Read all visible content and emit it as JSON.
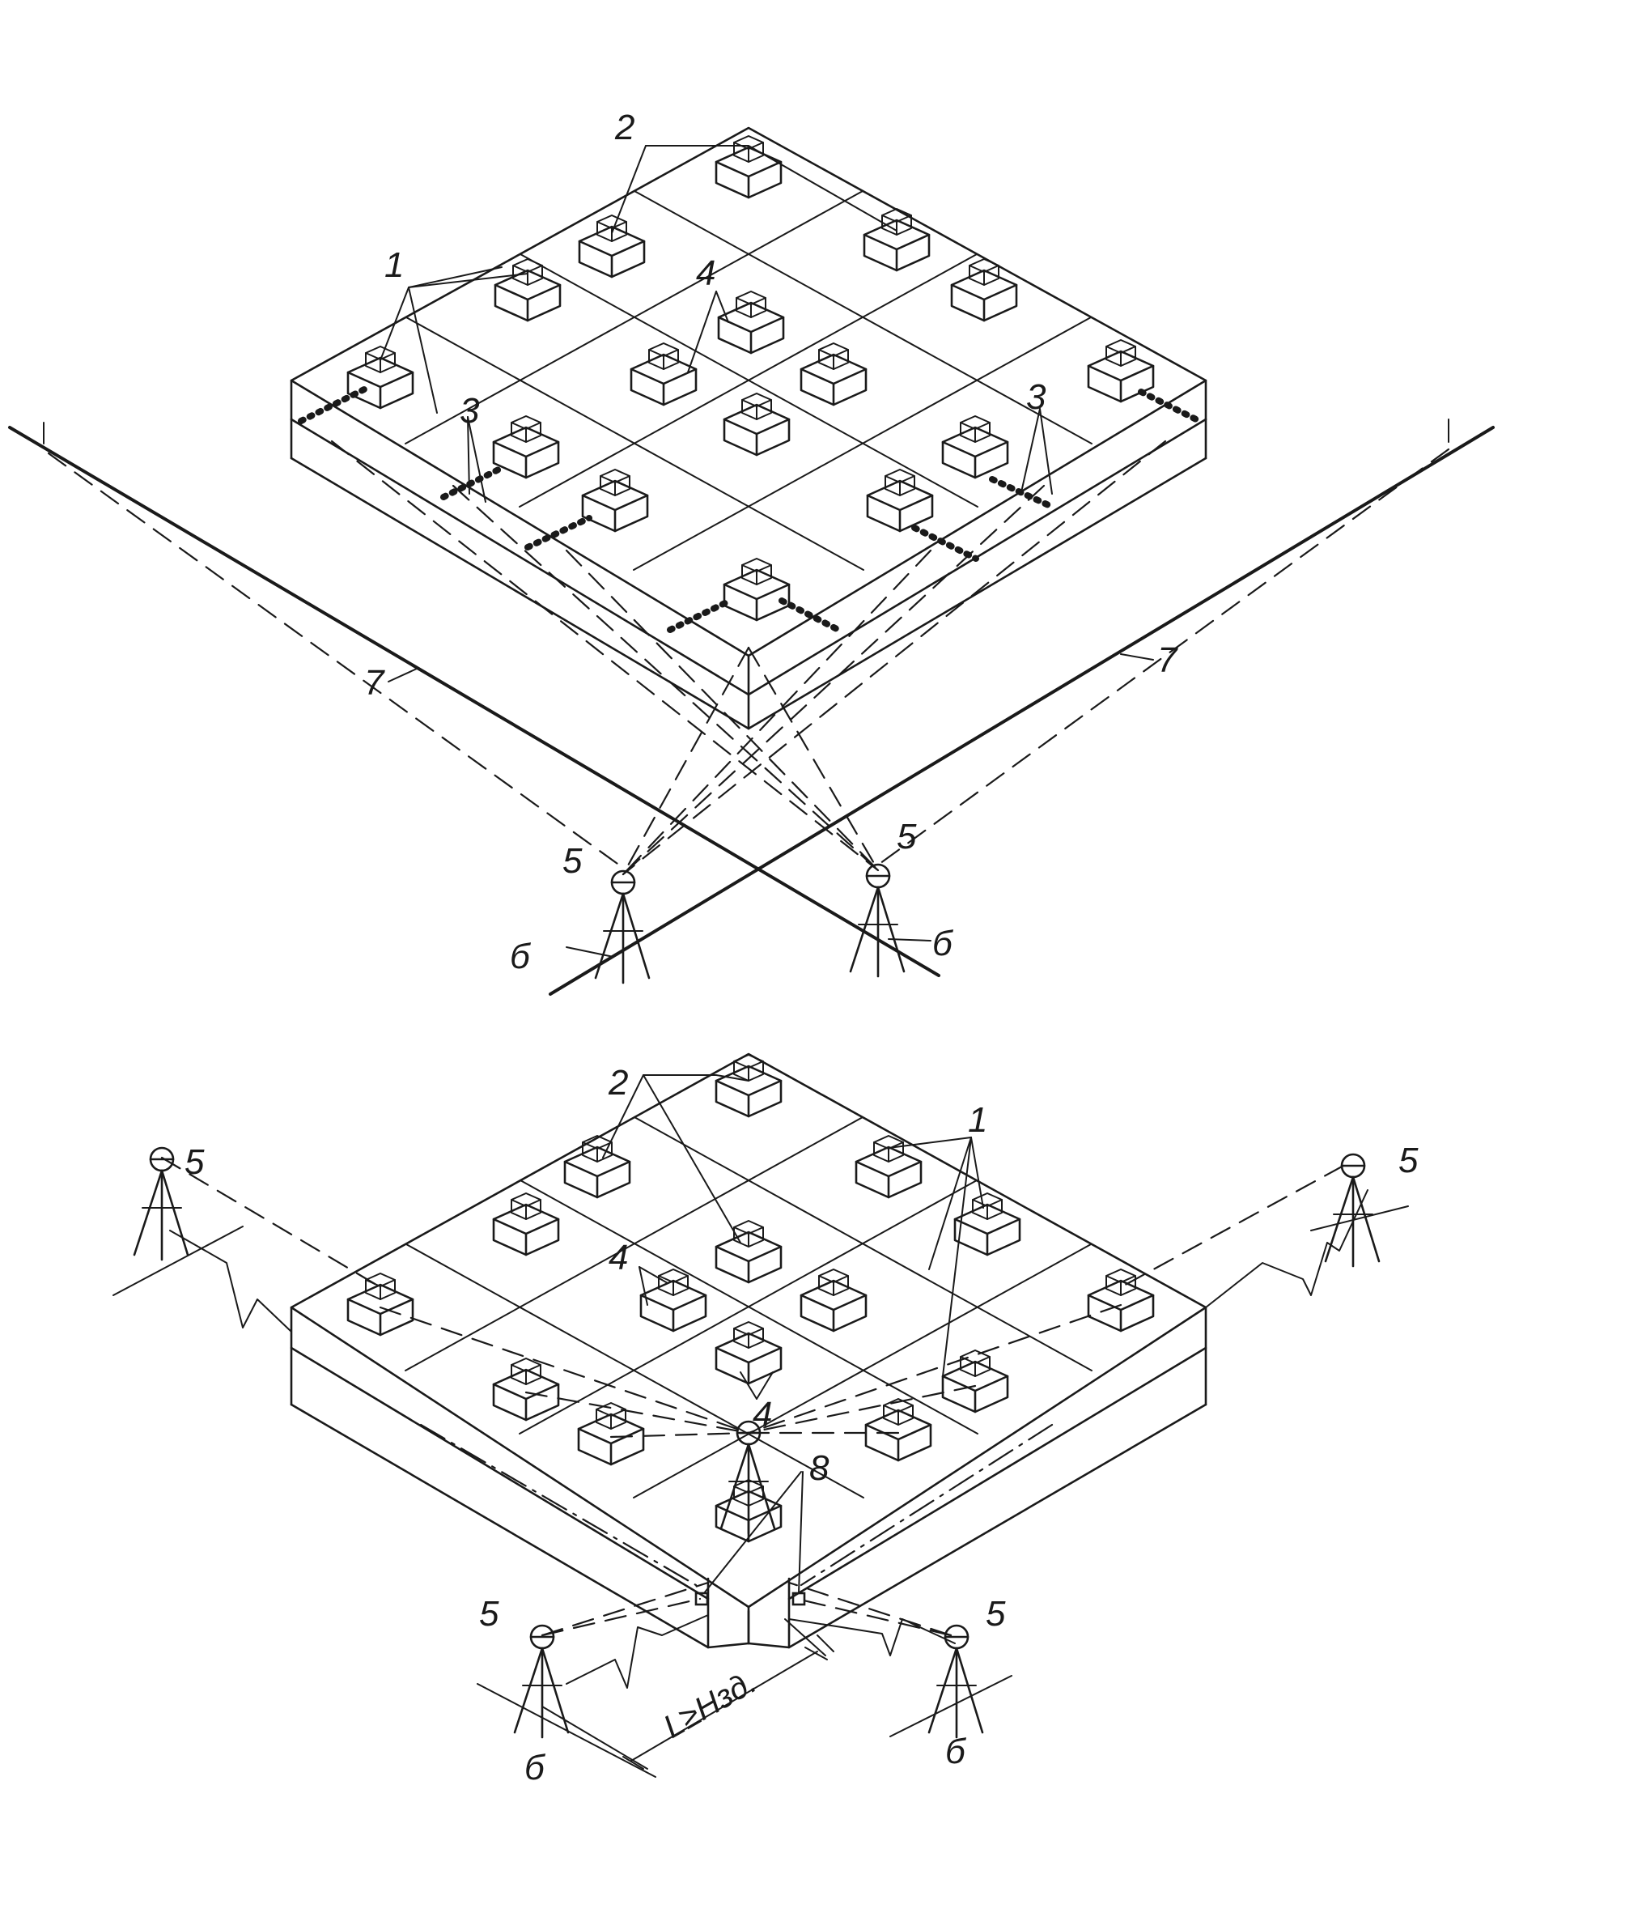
{
  "labels": {
    "column": "1",
    "column_cap": "2",
    "rail_track": "3",
    "marker": "4",
    "instrument": "5",
    "station": "б",
    "axis_line": "7",
    "mark_8": "8",
    "distance": "L≥Hзд."
  },
  "colors": {
    "ink": "#1a1a1a",
    "paper": "#ffffff"
  }
}
